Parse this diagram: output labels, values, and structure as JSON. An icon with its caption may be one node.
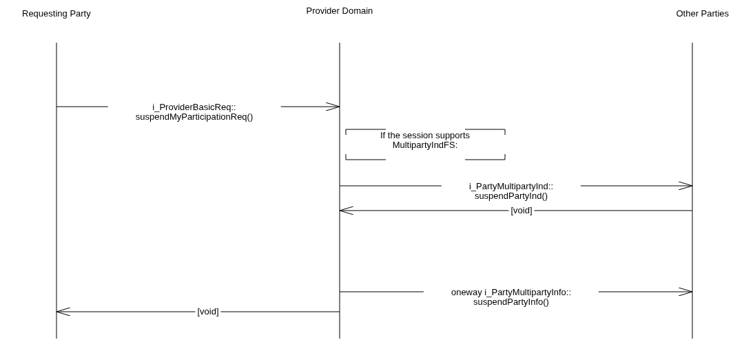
{
  "diagram": {
    "nodes": [
      {
        "text": [
          "Requesting Party"
        ]
      },
      {
        "text": [
          "Provider Domain"
        ]
      },
      {
        "text": [
          "Other Parties"
        ]
      }
    ],
    "edges": [
      {
        "from": 0,
        "to": 1,
        "arrow": "to",
        "label": "i_ProviderBasicReq:: suspendMyParticipationReq()"
      },
      {
        "from": 1,
        "to": 2,
        "arrow": "to",
        "label": "i_PartyMultipartyInd:: suspendPartyInd()"
      },
      {
        "from": 2,
        "to": 1,
        "arrow": "to",
        "label": "[void]"
      },
      {
        "from": 1,
        "to": 2,
        "arrow": "to",
        "label": "oneway i_PartyMultipartyInfo:: suspendPartyInfo()"
      },
      {
        "from": 1,
        "to": 0,
        "arrow": "to",
        "label": "[void]"
      }
    ],
    "labels": [
      "If the session supports MultipartyIndFS:"
    ]
  }
}
